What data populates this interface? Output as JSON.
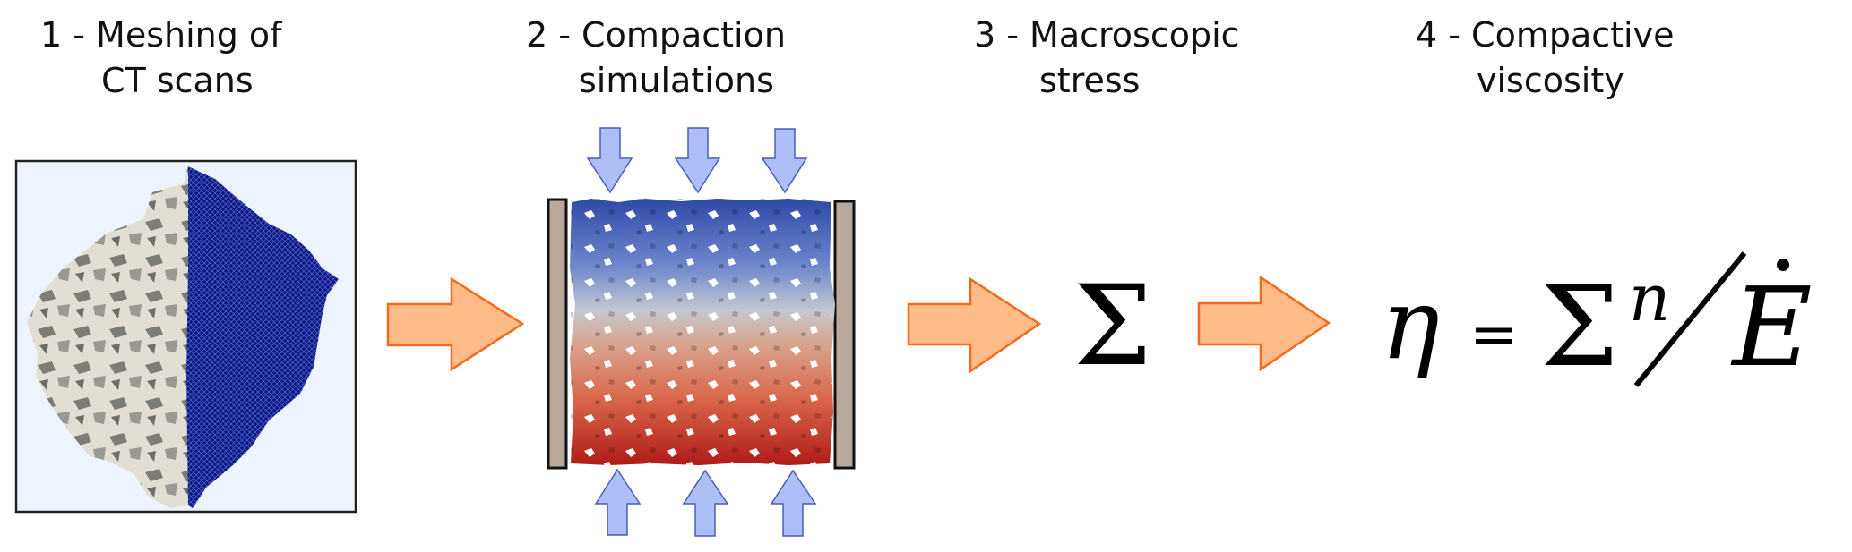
{
  "steps": [
    {
      "number": "1",
      "line1": "1 - Meshing of",
      "line2": "CT scans"
    },
    {
      "number": "2",
      "line1": "2 - Compaction",
      "line2": "simulations"
    },
    {
      "number": "3",
      "line1": "3 - Macroscopic",
      "line2": "stress"
    },
    {
      "number": "4",
      "line1": "4 - Compactive",
      "line2": "viscosity"
    }
  ],
  "stress_symbol": "Σ",
  "equation": {
    "lhs": "η",
    "equals": "=",
    "numerator_base": "Σ",
    "exponent": "n",
    "denominator": "E",
    "denominator_accent": "dot"
  },
  "icons": {
    "flow_arrow": "right-arrow-icon",
    "load_arrow_top": "down-arrow-icon",
    "load_arrow_bottom": "up-arrow-icon"
  },
  "colors": {
    "flow_arrow_fill": "#ffbb88",
    "flow_arrow_stroke": "#f26b1d",
    "load_arrow_fill": "#aebff7",
    "load_arrow_stroke": "#4a5fb5",
    "wall_fill": "#b9a99d",
    "ct_background": "#eef4fd",
    "mesh_blue": "#0d1a8c",
    "grain_gray": "#d8d4cc",
    "stress_top": "#3b55b0",
    "stress_mid": "#c7c9cc",
    "stress_bottom": "#b51f1c"
  }
}
